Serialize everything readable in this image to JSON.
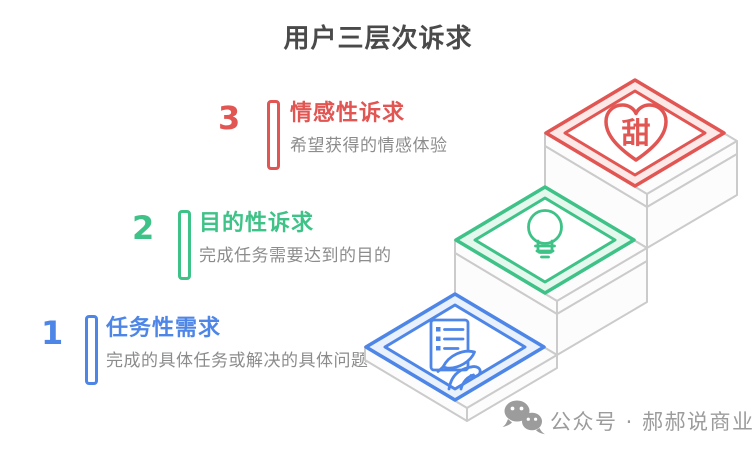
{
  "page_title": "用户三层次诉求",
  "levels": [
    {
      "number": "1",
      "title": "任务性需求",
      "subtitle": "完成的具体任务或解决的具体问题",
      "accent": "#4E86E8",
      "icon": "document-pen-icon"
    },
    {
      "number": "2",
      "title": "目的性诉求",
      "subtitle": "完成任务需要达到的目的",
      "accent": "#3EC287",
      "icon": "lightbulb-icon"
    },
    {
      "number": "3",
      "title": "情感性诉求",
      "subtitle": "希望获得的情感体验",
      "accent": "#E15552",
      "icon": "heart-icon"
    }
  ],
  "staircase": {
    "heart_character": "甜",
    "outline_color": "#CBCBCB",
    "face_fill": "#FCFCFC",
    "tints": {
      "blue": "#E9F1FC",
      "green": "#E4F8EE",
      "red": "#FCE8E7"
    }
  },
  "footer": {
    "icon": "wechat-icon",
    "text": "公众号 · 郝郝说商业",
    "color": "#9C9C9C"
  }
}
